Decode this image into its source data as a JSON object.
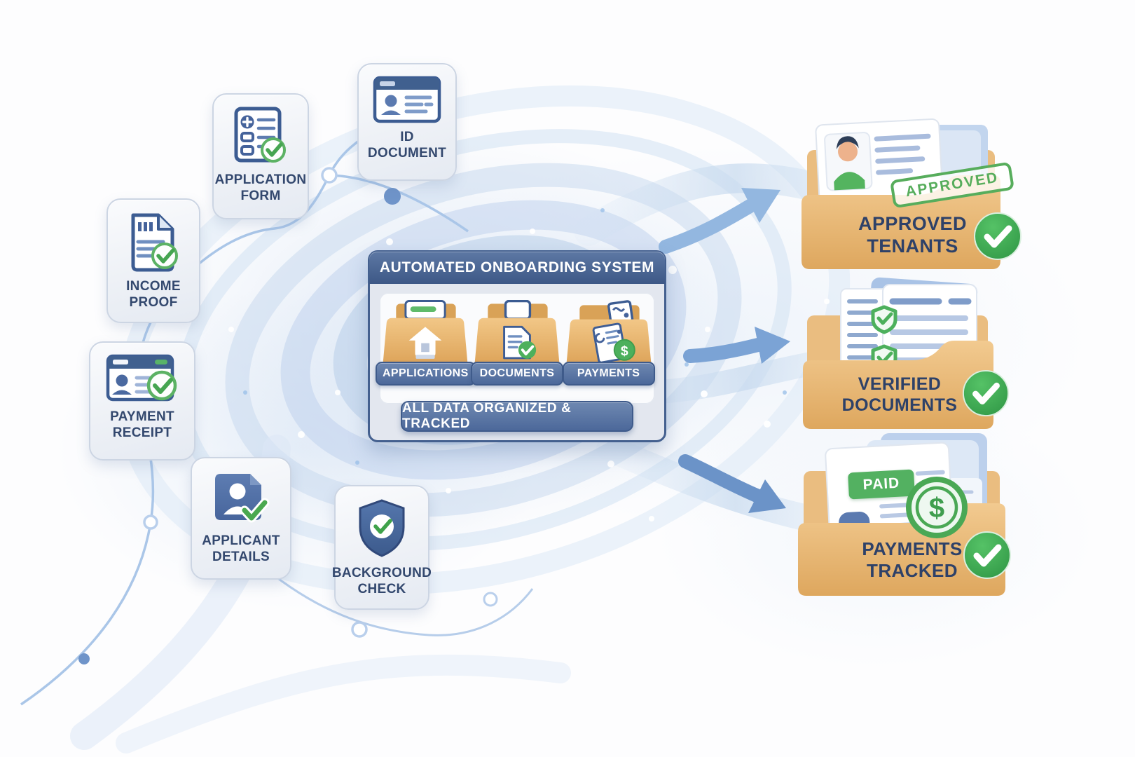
{
  "inputs": [
    {
      "label": "APPLICATION FORM",
      "icon": "form-check-icon"
    },
    {
      "label": "ID DOCUMENT",
      "icon": "id-card-icon"
    },
    {
      "label": "INCOME PROOF",
      "icon": "income-document-check-icon"
    },
    {
      "label": "PAYMENT RECEIPT",
      "icon": "receipt-card-check-icon"
    },
    {
      "label": "APPLICANT DETAILS",
      "icon": "person-card-check-icon"
    },
    {
      "label": "BACKGROUND CHECK",
      "icon": "shield-check-icon"
    }
  ],
  "system": {
    "header": "AUTOMATED ONBOARDING SYSTEM",
    "folders": [
      {
        "label": "APPLICATIONS",
        "icon": "house-folder-icon"
      },
      {
        "label": "DOCUMENTS",
        "icon": "document-folder-icon"
      },
      {
        "label": "PAYMENTS",
        "icon": "invoice-folder-icon"
      }
    ],
    "footer": "ALL DATA ORGANIZED & TRACKED"
  },
  "outputs": [
    {
      "label": "APPROVED TENANTS",
      "stamp": "APPROVED",
      "icon": "tenant-id-card-icon",
      "badge": "check-badge-icon"
    },
    {
      "label": "VERIFIED DOCUMENTS",
      "icon": "checked-documents-icon",
      "badge": "check-badge-icon"
    },
    {
      "label": "PAYMENTS TRACKED",
      "paid_label": "PAID",
      "currency_symbol": "$",
      "icon": "paid-receipt-icon",
      "badge": "check-badge-icon"
    }
  ],
  "colors": {
    "folder_gold": "#e9b671",
    "success_green": "#3fae4f",
    "slate_pill_blue": "#54719f",
    "header_blue": "#3d5886",
    "navy_text": "#33486e",
    "arrow_blue": "#7ba3d5",
    "swirl_blue": "#c2d6ee"
  }
}
